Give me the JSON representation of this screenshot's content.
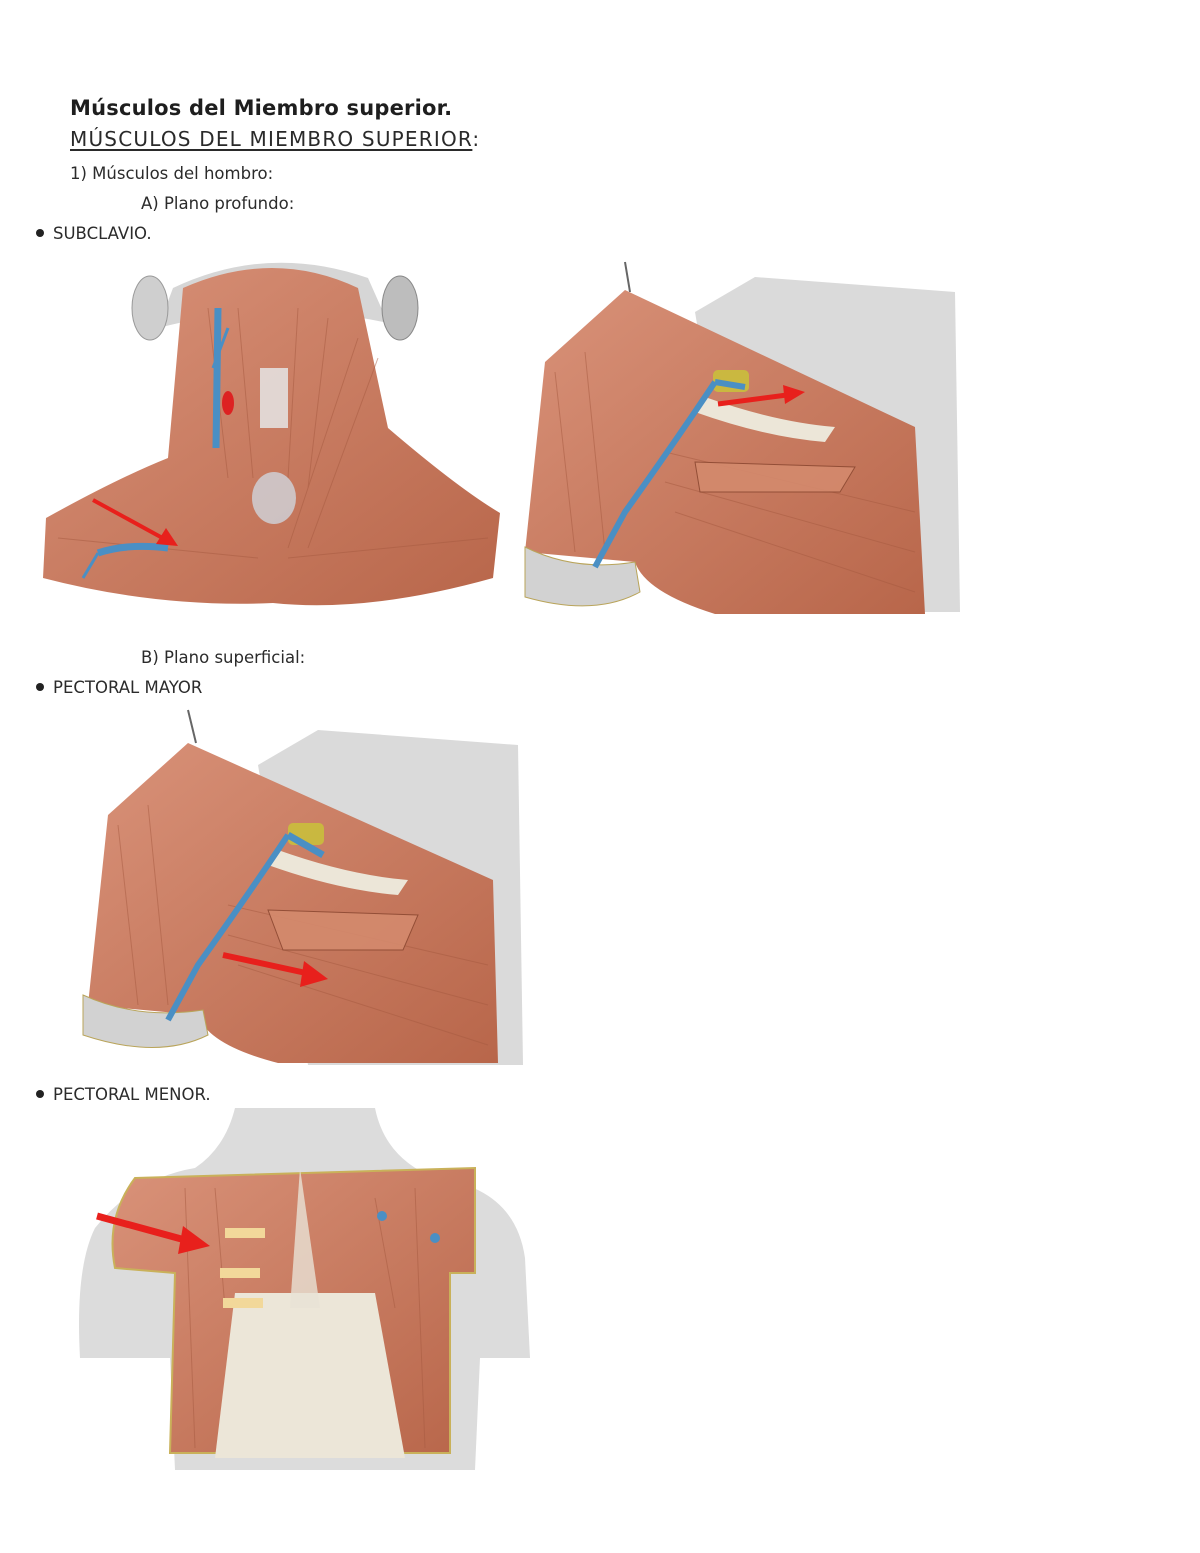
{
  "document": {
    "title": "Músculos del Miembro superior.",
    "subtitle": "MÚSCULOS DEL MIEMBRO SUPERIOR",
    "subtitle_suffix": ":",
    "section_1": "1) Músculos del hombro:",
    "subsection_a": "A) Plano profundo:",
    "bullet_subclavio": "SUBCLAVIO.",
    "subsection_b": "B) Plano superficial:",
    "bullet_pectoral_mayor": "PECTORAL MAYOR",
    "bullet_pectoral_menor": "PECTORAL MENOR."
  },
  "figures": [
    {
      "id": "neck-anterior-dissection",
      "caption": "",
      "arrow_color": "#e8201c"
    },
    {
      "id": "shoulder-deep-dissection",
      "caption": "",
      "arrow_color": "#e8201c"
    },
    {
      "id": "shoulder-superficial-dissection",
      "caption": "",
      "arrow_color": "#e8201c"
    },
    {
      "id": "thorax-anterior-dissection",
      "caption": "",
      "arrow_color": "#e8201c"
    }
  ],
  "colors": {
    "muscle": "#c8765a",
    "muscle_light": "#e0a488",
    "vein": "#4a8fc4",
    "skin_gray": "#d8d8d8",
    "fascia": "#ece6d8",
    "arrow": "#e8201c",
    "nerve": "#c9c23a"
  }
}
